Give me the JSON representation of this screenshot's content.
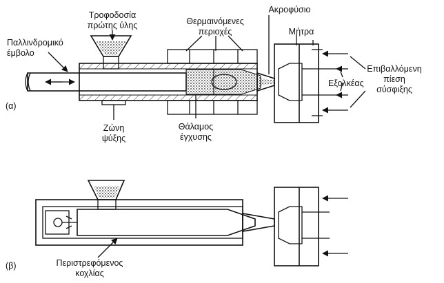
{
  "labels": {
    "hopper": [
      "Τροφοδοσία",
      "πρώτης ύλης"
    ],
    "heated": [
      "Θερμαινόμενες",
      "περιοχές"
    ],
    "nozzle": "Ακροφύσιο",
    "mold": "Μήτρα",
    "plunger": [
      "Παλλινδρομικό",
      "έμβολο"
    ],
    "ejector": "Εξολκέας",
    "clamp": [
      "Επιβαλλόμενη",
      "πίεση",
      "σύσφιξης"
    ],
    "cooling": [
      "Ζώνη",
      "ψύξης"
    ],
    "chamber": [
      "Θάλαμος",
      "έγχυσης"
    ],
    "screw": [
      "Περιστρεφόμενος",
      "κοχλίας"
    ],
    "part_a": "(α)",
    "part_b": "(β)"
  }
}
